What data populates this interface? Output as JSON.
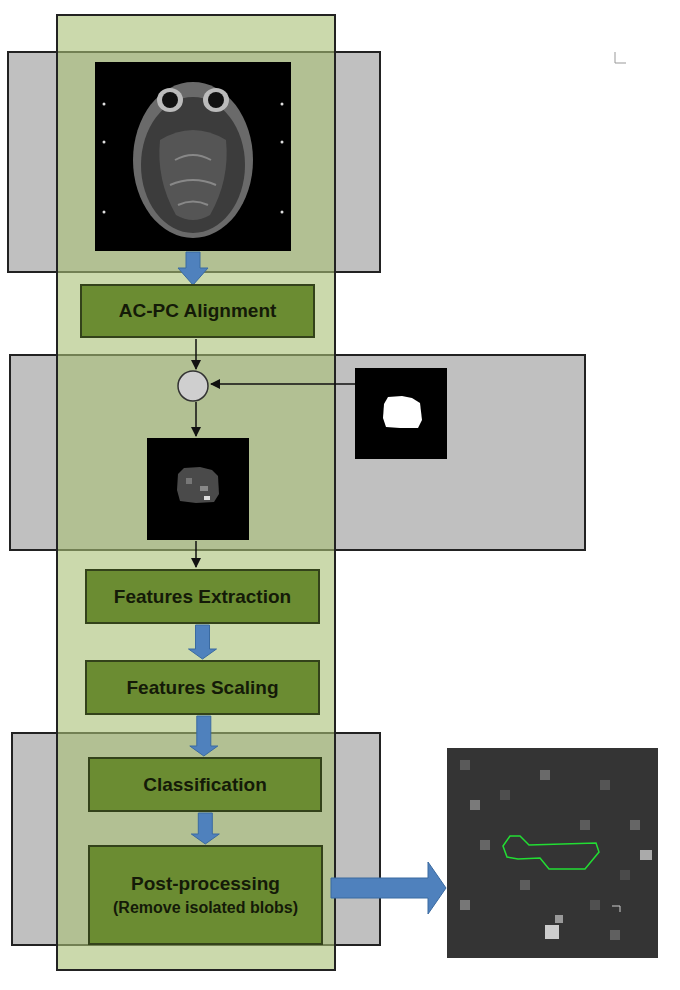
{
  "diagram": {
    "nodes": [
      {
        "text": [
          "AC-PC Alignment"
        ]
      },
      {
        "text": [
          "Features Extraction"
        ]
      },
      {
        "text": [
          "Features Scaling"
        ]
      },
      {
        "text": [
          "Classification"
        ]
      },
      {
        "text": [
          "Post-processing",
          "(Remove isolated blobs)"
        ]
      }
    ],
    "edges": [
      {
        "from": 1,
        "to": 2,
        "arrow": "to"
      },
      {
        "from": 2,
        "to": 3,
        "arrow": "to"
      },
      {
        "from": 3,
        "to": 4,
        "arrow": "to"
      }
    ]
  }
}
